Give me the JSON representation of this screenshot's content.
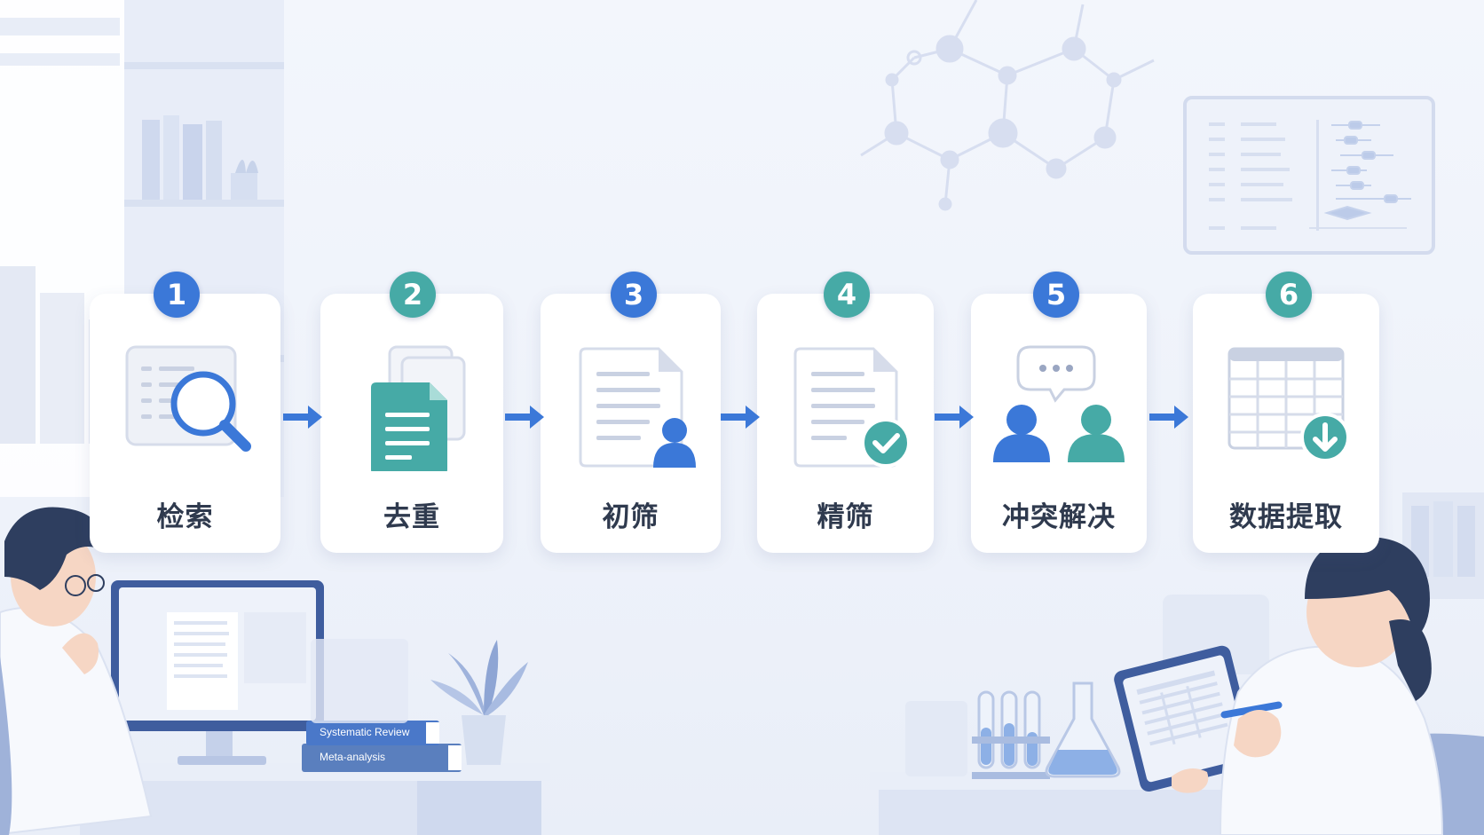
{
  "colors": {
    "blue": "#3b78d8",
    "teal": "#46aaa6",
    "card_bg": "#ffffff",
    "label_text": "#2f3a4e"
  },
  "steps": [
    {
      "number": "1",
      "label": "检索",
      "icon": "document-search-icon",
      "badge_color": "#3b78d8"
    },
    {
      "number": "2",
      "label": "去重",
      "icon": "duplicate-documents-icon",
      "badge_color": "#46aaa6"
    },
    {
      "number": "3",
      "label": "初筛",
      "icon": "document-user-icon",
      "badge_color": "#3b78d8"
    },
    {
      "number": "4",
      "label": "精筛",
      "icon": "document-check-icon",
      "badge_color": "#46aaa6"
    },
    {
      "number": "5",
      "label": "冲突解决",
      "icon": "two-people-discussion-icon",
      "badge_color": "#3b78d8"
    },
    {
      "number": "6",
      "label": "数据提取",
      "icon": "table-download-icon",
      "badge_color": "#46aaa6"
    }
  ],
  "books": {
    "top": "Systematic Review",
    "bottom": "Meta-analysis"
  }
}
